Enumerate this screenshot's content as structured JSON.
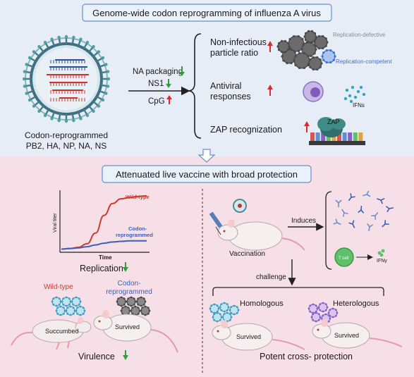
{
  "colors": {
    "top_panel_bg": "#e6edf7",
    "bottom_panel_bg": "#f6dfe7",
    "title_box_bg": "#e9f1fb",
    "title_box_border": "#6a8fc7",
    "up_arrow": "#d32f2f",
    "down_arrow": "#2e9e3a",
    "wild_type_curve": "#cf3a2f",
    "codon_curve": "#3c5fb8",
    "replication_competent": "#3e6fd0",
    "zap_protein": "#2f6f6a"
  },
  "top": {
    "title": "Genome-wide codon reprogramming of influenza A virus",
    "virus_caption_line1": "Codon-reprogrammed",
    "virus_caption_line2": "PB2, HA, NP, NA, NS",
    "changes": [
      {
        "label": "NA packaging",
        "direction": "down"
      },
      {
        "label": "NS1",
        "direction": "down"
      },
      {
        "label": "CpG",
        "direction": "up"
      }
    ],
    "outcomes": {
      "nonInfectious_line1": "Non-infectious",
      "nonInfectious_line2": "particle ratio",
      "antiviral_line1": "Antiviral",
      "antiviral_line2": "responses",
      "zap": "ZAP recognization"
    },
    "replication_defective": "Replication-defective",
    "replication_competent": "Replication-competent",
    "ifns": "IFNs",
    "zap_label": "ZAP"
  },
  "bottom": {
    "title": "Attenuated live vaccine with broad protection",
    "chart_data": {
      "type": "line",
      "ylabel": "Viral titer",
      "xlabel": "Time",
      "series": [
        {
          "name": "Wild-type",
          "values": [
            0.03,
            0.04,
            0.06,
            0.12,
            0.3,
            0.6,
            0.8,
            0.88,
            0.9,
            0.92,
            0.93
          ]
        },
        {
          "name": "Codon-\nreprogrammed",
          "values": [
            0.03,
            0.04,
            0.05,
            0.07,
            0.1,
            0.13,
            0.15,
            0.16,
            0.17,
            0.17,
            0.17
          ]
        }
      ],
      "label_wild": "Wild-type",
      "label_codon_line1": "Codon-",
      "label_codon_line2": "reprogrammed"
    },
    "replication": "Replication",
    "virulence": "Virulence",
    "wild_type": "Wild-type",
    "codon_line1": "Codon-",
    "codon_line2": "reprogrammed",
    "succumbed": "Succumbed",
    "survived": "Survived",
    "vaccination": "Vaccination",
    "induces": "Induces",
    "t_cell": "T cell",
    "ifn_gamma": "IFNγ",
    "challenge": "challenge",
    "homologous": "Homologous",
    "heterologous": "Heterologous",
    "potent": "Potent cross- protection"
  }
}
